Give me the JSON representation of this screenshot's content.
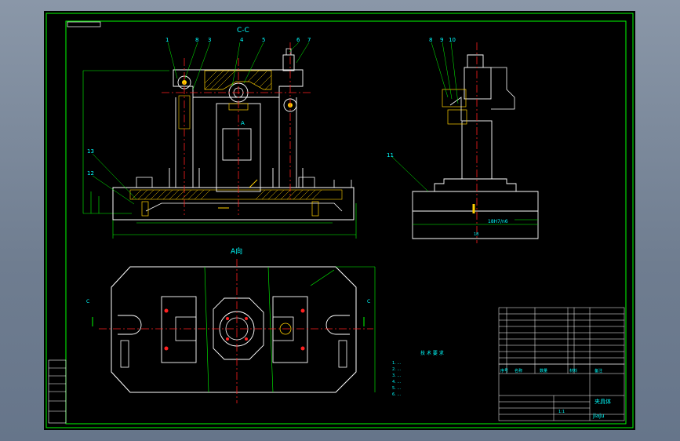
{
  "section_label": "C-C",
  "view_label": "A向",
  "section_marker": "A",
  "cut_letters": [
    "C",
    "C"
  ],
  "part_callouts_front": [
    "1",
    "8",
    "3",
    "4",
    "5",
    "6",
    "7"
  ],
  "part_callouts_side": [
    "8",
    "9",
    "10"
  ],
  "part_callouts_left": [
    "13",
    "12"
  ],
  "part_callout_11": "11",
  "fit_label": "18H7/n6",
  "bottom_dim": "18",
  "tech_title": "技 术 要 求",
  "tech_notes": [
    "1. ...",
    "2. ...",
    "3. ...",
    "4. ...",
    "5. ...",
    "6. ..."
  ],
  "title_block": {
    "drawing_name": "夹具体",
    "scale": "1:1",
    "col_headers": [
      "序号",
      "名称",
      "数量",
      "材料",
      "备注"
    ],
    "sign_text": "jiaju"
  },
  "colors": {
    "frame": "#00ff00",
    "body": "#ffffff",
    "center": "#ff2020",
    "hatch": "#ffd000",
    "dim": "#00ff00",
    "note": "#00ffff"
  }
}
